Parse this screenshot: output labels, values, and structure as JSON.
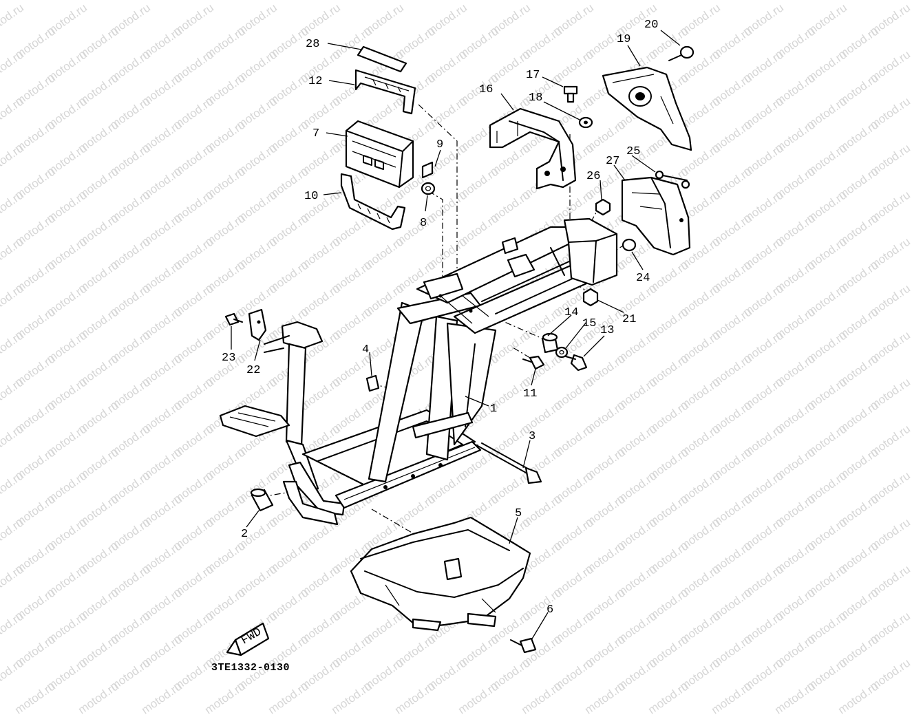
{
  "diagram": {
    "drawing_code": "3TE1332-0130",
    "watermark_text": "motod.ru",
    "fwd_label": "FWD",
    "callouts": [
      {
        "id": "c1",
        "text": "1"
      },
      {
        "id": "c2",
        "text": "2"
      },
      {
        "id": "c3",
        "text": "3"
      },
      {
        "id": "c4",
        "text": "4"
      },
      {
        "id": "c5",
        "text": "5"
      },
      {
        "id": "c6",
        "text": "6"
      },
      {
        "id": "c7",
        "text": "7"
      },
      {
        "id": "c8",
        "text": "8"
      },
      {
        "id": "c9",
        "text": "9"
      },
      {
        "id": "c10",
        "text": "10"
      },
      {
        "id": "c11",
        "text": "11"
      },
      {
        "id": "c12",
        "text": "12"
      },
      {
        "id": "c13",
        "text": "13"
      },
      {
        "id": "c14",
        "text": "14"
      },
      {
        "id": "c15",
        "text": "15"
      },
      {
        "id": "c16",
        "text": "16"
      },
      {
        "id": "c17",
        "text": "17"
      },
      {
        "id": "c18",
        "text": "18"
      },
      {
        "id": "c19",
        "text": "19"
      },
      {
        "id": "c20",
        "text": "20"
      },
      {
        "id": "c21",
        "text": "21"
      },
      {
        "id": "c22",
        "text": "22"
      },
      {
        "id": "c23",
        "text": "23"
      },
      {
        "id": "c24",
        "text": "24"
      },
      {
        "id": "c25",
        "text": "25"
      },
      {
        "id": "c26",
        "text": "26"
      },
      {
        "id": "c27",
        "text": "27"
      },
      {
        "id": "c28",
        "text": "28"
      }
    ]
  }
}
